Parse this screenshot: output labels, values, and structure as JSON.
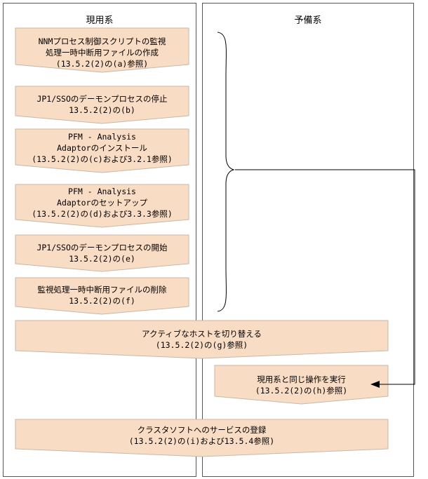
{
  "lanes": {
    "active": "現用系",
    "standby": "予備系"
  },
  "colors": {
    "step_fill": "#f9dcc4",
    "step_stroke": "#c8b8a8",
    "line": "#000000"
  },
  "steps": [
    {
      "lines": [
        "NNMプロセス制御スクリプトの監視",
        "処理一時中断用ファイルの作成",
        "(13.5.2(2)の(a)参照)"
      ]
    },
    {
      "lines": [
        "JP1/SSOのデーモンプロセスの停止",
        "13.5.2(2)の(b)"
      ]
    },
    {
      "lines": [
        "PFM - Analysis",
        "Adaptorのインストール",
        "(13.5.2(2)の(c)および3.2.1参照)"
      ]
    },
    {
      "lines": [
        "PFM - Analysis",
        "Adaptorのセットアップ",
        "(13.5.2(2)の(d)および3.3.3参照)"
      ]
    },
    {
      "lines": [
        "JP1/SSOのデーモンプロセスの開始",
        "13.5.2(2)の(e)"
      ]
    },
    {
      "lines": [
        "監視処理一時中断用ファイルの削除",
        "13.5.2(2)の(f)"
      ]
    },
    {
      "lines": [
        "アクティブなホストを切り替える",
        "(13.5.2(2)の(g)参照)"
      ]
    },
    {
      "lines": [
        "現用系と同じ操作を実行",
        "(13.5.2(2)の(h)参照)"
      ]
    },
    {
      "lines": [
        "クラスタソフトへのサービスの登録",
        "(13.5.2(2)の(i)および13.5.4参照)"
      ]
    }
  ]
}
